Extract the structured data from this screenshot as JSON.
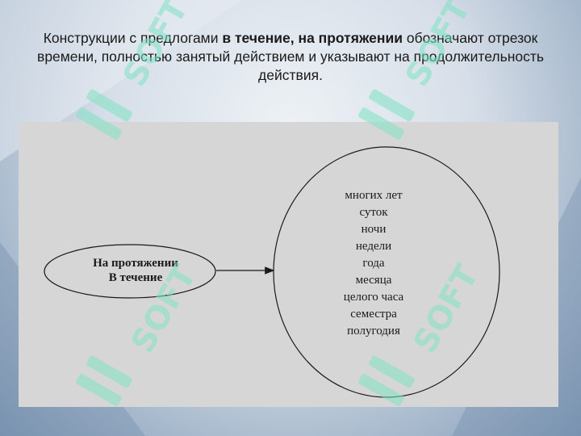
{
  "heading": {
    "before": "Конструкции с предлогами ",
    "bold": "в течение, на протяжении",
    "after": " обозначают отрезок времени, полностью занятый действием и указывают на продолжительность действия."
  },
  "diagram": {
    "oval_lines": [
      "На протяжении",
      "В течение"
    ],
    "circle_items": [
      "многих лет",
      "суток",
      "ночи",
      "недели",
      "года",
      "месяца",
      "целого часа",
      "семестра",
      "полугодия"
    ]
  },
  "watermark": {
    "text": "SOFT",
    "color": "#7fe3c3"
  },
  "colors": {
    "panel": "#d6d6d6",
    "stroke": "#1a1a1a"
  }
}
